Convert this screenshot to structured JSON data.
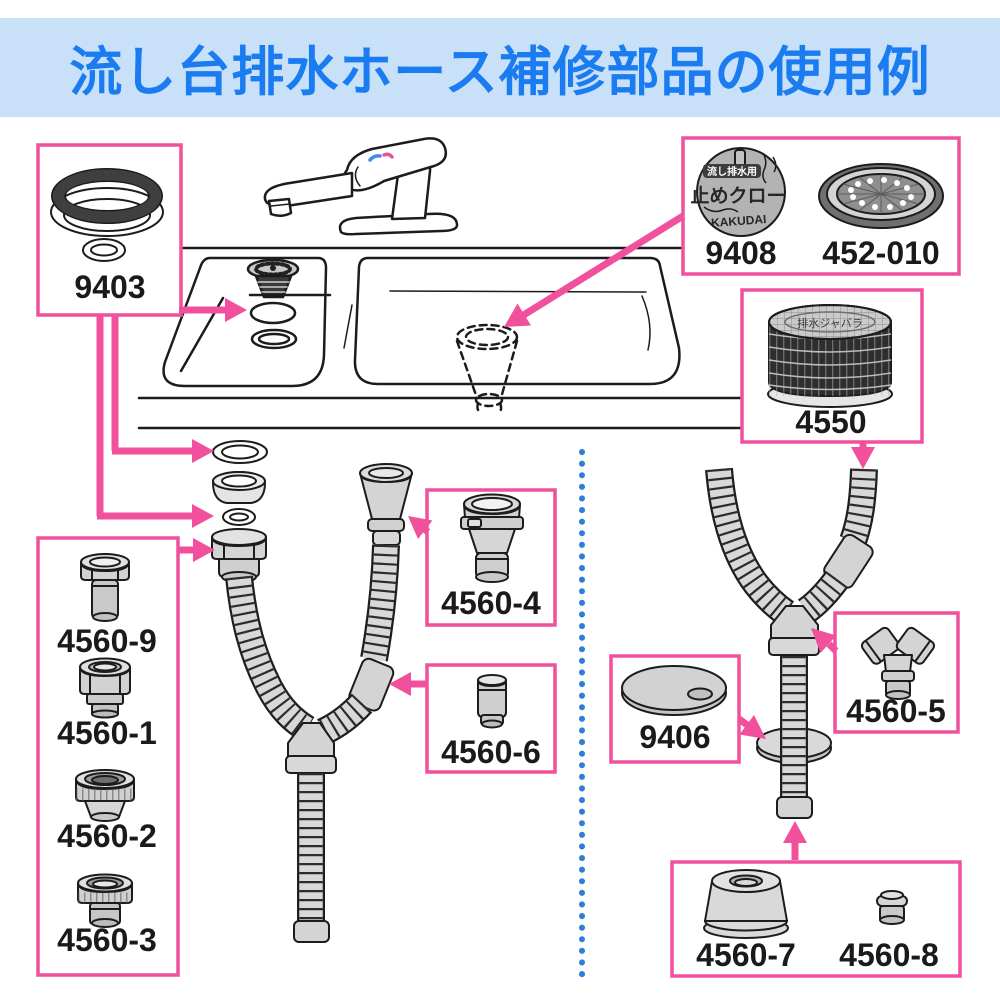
{
  "title": "流し台排水ホース補修部品の使用例",
  "callouts": {
    "c9403": {
      "part_no": "9403"
    },
    "c9408": {
      "part_no": "9408",
      "companion_part_no": "452-010",
      "disc_text_top": "流し排水用",
      "disc_text_logo": "止めクロー",
      "disc_text_arc": "KAKUDAI"
    },
    "c4550": {
      "part_no": "4550",
      "coil_text": "排水ジャバラ"
    },
    "c_adapters_left": {
      "part_nos": [
        "4560-9",
        "4560-1",
        "4560-2",
        "4560-3"
      ]
    },
    "c4560_4": {
      "part_no": "4560-4"
    },
    "c4560_6": {
      "part_no": "4560-6"
    },
    "c9406": {
      "part_no": "9406"
    },
    "c4560_5": {
      "part_no": "4560-5"
    },
    "c_bottom": {
      "part_no_left": "4560-7",
      "part_no_right": "4560-8"
    }
  },
  "colors": {
    "banner_bg": "#c9e1f8",
    "banner_text": "#1a7cf0",
    "accent_pink": "#f0509c",
    "dotted_line_blue": "#2b7fd8",
    "line_art": "#1c1c1c",
    "part_gray": "#d8d8d8"
  }
}
